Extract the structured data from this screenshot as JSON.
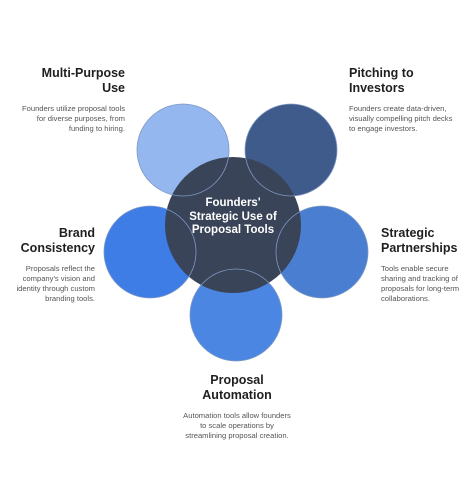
{
  "center": {
    "title": "Founders' Strategic Use of Proposal Tools"
  },
  "colors": {
    "center_fill": "#3a4458",
    "background": "#ffffff"
  },
  "petals": [
    {
      "key": "multi-purpose",
      "title": "Multi-Purpose Use",
      "description": "Founders utilize proposal tools for diverse purposes, from funding to hiring.",
      "color": "#93b7ee"
    },
    {
      "key": "pitching",
      "title": "Pitching to Investors",
      "description": "Founders create data-driven, visually compelling pitch decks to engage investors.",
      "color": "#3f5b8c"
    },
    {
      "key": "strategic-partnerships",
      "title": "Strategic Partnerships",
      "description": "Tools enable secure sharing and tracking of proposals for long-term collaborations.",
      "color": "#4a7ed0"
    },
    {
      "key": "proposal-automation",
      "title": "Proposal Automation",
      "description": "Automation tools allow founders to scale operations by streamlining proposal creation.",
      "color": "#4a86e2"
    },
    {
      "key": "brand-consistency",
      "title": "Brand Consistency",
      "description": "Proposals reflect the company's vision and identity through custom branding tools.",
      "color": "#3e7ce6"
    }
  ]
}
